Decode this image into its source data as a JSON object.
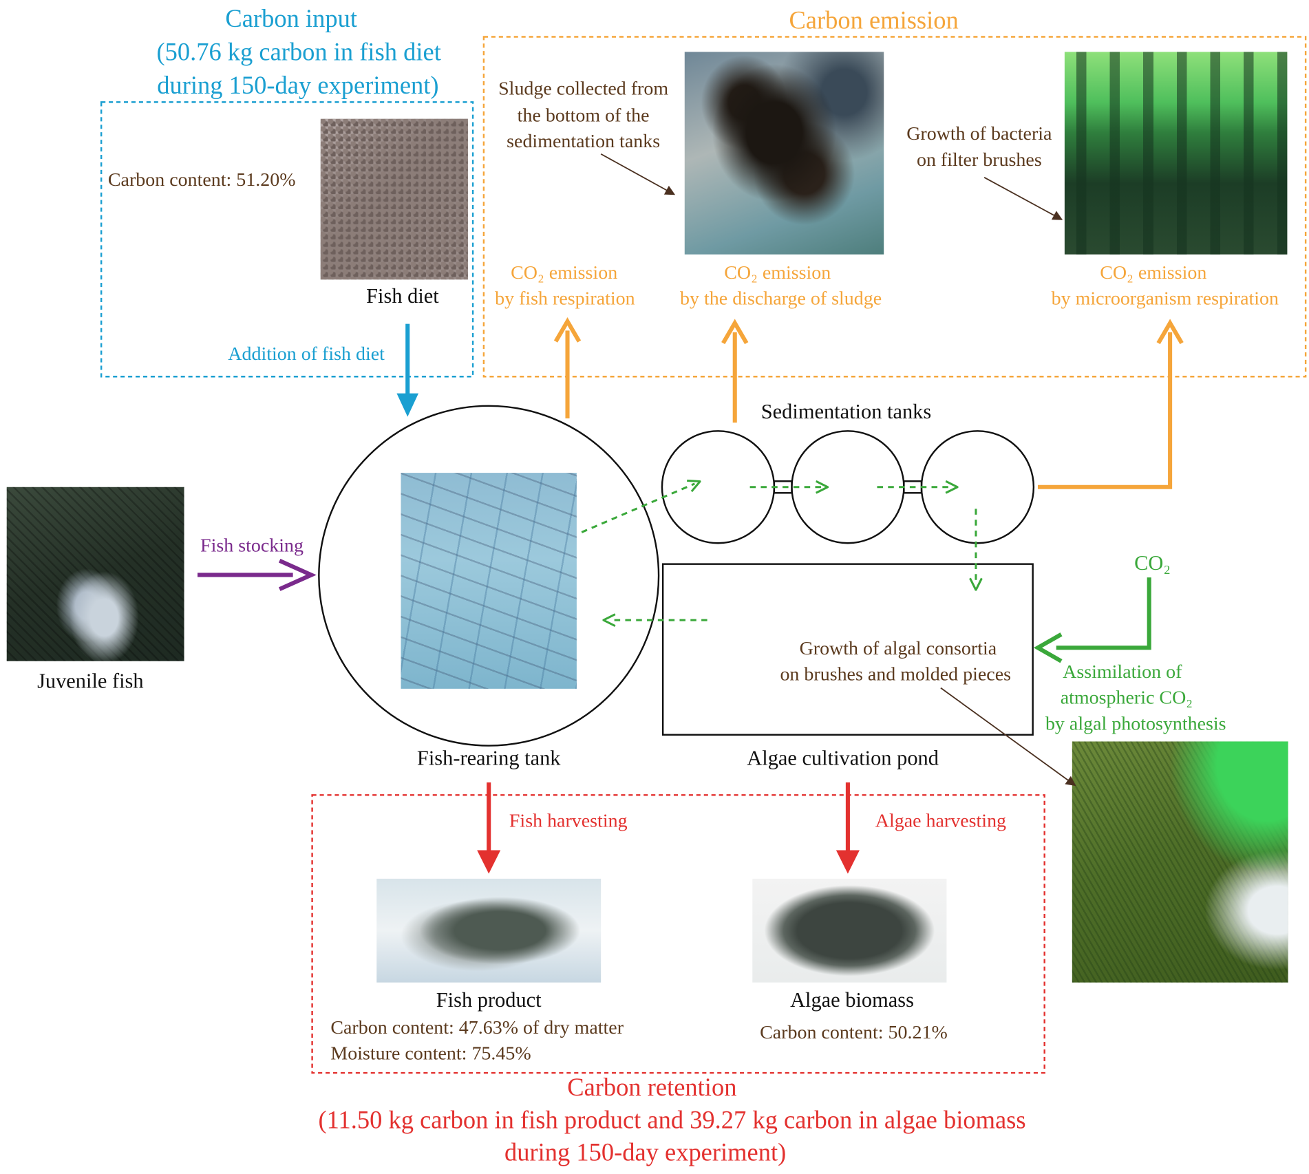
{
  "colors": {
    "input_blue": "#1a9fd1",
    "emission_orange": "#f5a53a",
    "algae_green": "#3aa83a",
    "retention_red": "#e3312f",
    "stocking_purple": "#7a2a8c",
    "annotation_brown": "#5b3a1e",
    "flow_green_dashed": "#3aa83a"
  },
  "carbon_input": {
    "title": "Carbon input",
    "line1": "(50.76 kg carbon in fish diet",
    "line2": "during 150-day experiment)",
    "diet_carbon_content": "Carbon content: 51.20%",
    "diet_label": "Fish diet",
    "addition_label": "Addition of fish diet"
  },
  "carbon_emission": {
    "title": "Carbon emission",
    "sludge_note": [
      "Sludge collected from",
      "the bottom of the",
      "sedimentation tanks"
    ],
    "bacteria_note": [
      "Growth of bacteria",
      "on filter brushes"
    ],
    "fish_resp": [
      "CO₂ emission",
      "by fish respiration"
    ],
    "sludge_discharge": [
      "CO₂ emission",
      "by the discharge of sludge"
    ],
    "micro_resp": [
      "CO₂ emission",
      "by microorganism respiration"
    ]
  },
  "system": {
    "juvenile_fish": "Juvenile fish",
    "fish_stocking": "Fish stocking",
    "fish_tank": "Fish-rearing tank",
    "sedimentation": "Sedimentation tanks",
    "algae_pond": "Algae cultivation pond",
    "algal_growth": [
      "Growth of algal consortia",
      "on brushes and molded pieces"
    ],
    "co2_label": "CO₂",
    "assimilation": [
      "Assimilation of",
      "atmospheric CO₂",
      "by algal photosynthesis"
    ]
  },
  "carbon_retention": {
    "fish_harvesting": "Fish harvesting",
    "algae_harvesting": "Algae harvesting",
    "fish_product": "Fish product",
    "fish_carbon": "Carbon content: 47.63% of dry matter",
    "fish_moisture": "Moisture content: 75.45%",
    "algae_biomass": "Algae biomass",
    "algae_carbon": "Carbon content: 50.21%",
    "title": "Carbon retention",
    "line1": "(11.50 kg carbon in fish product and 39.27 kg carbon in algae biomass",
    "line2": "during 150-day experiment)"
  }
}
